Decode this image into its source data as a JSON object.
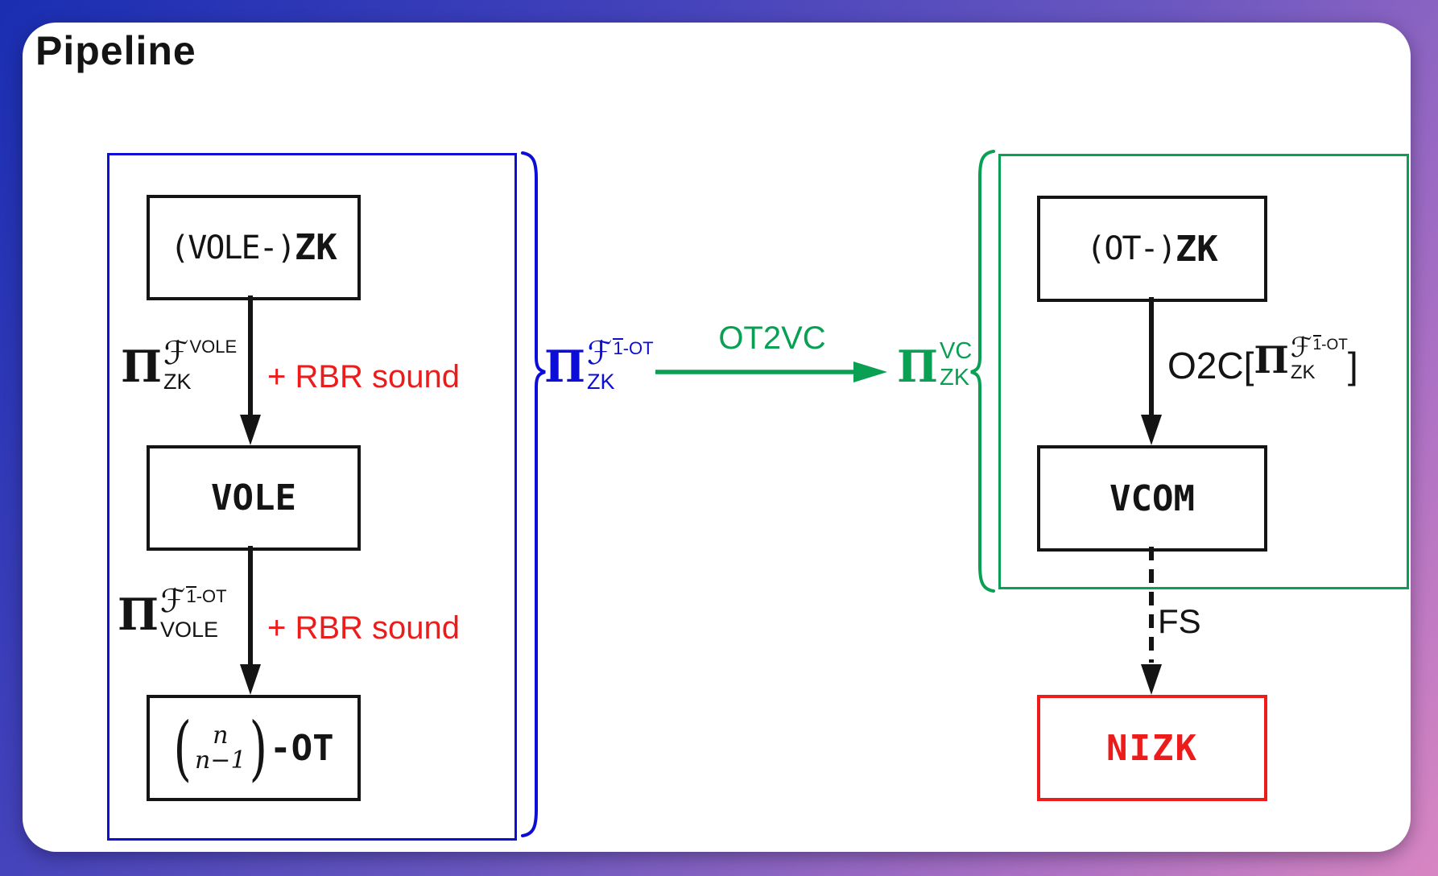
{
  "title": "Pipeline",
  "colors": {
    "blue": "#0d0dd8",
    "green": "#0aa053",
    "red": "#ee1b1b",
    "ink": "#141414"
  },
  "boxes": {
    "vole_zk": {
      "prefix": "(VOLE-)",
      "main": "ZK"
    },
    "vole": {
      "main": "VOLE"
    },
    "ot": {
      "paren_open": "(",
      "top": "n",
      "bottom": "n−1",
      "paren_close": ")",
      "suffix": "-OT"
    },
    "ot_zk": {
      "prefix": "(OT-)",
      "main": "ZK"
    },
    "vcom": {
      "main": "VCOM"
    },
    "nizk": {
      "main": "NIZK"
    }
  },
  "labels": {
    "pi1": {
      "pi": "Π",
      "f": "ℱ",
      "sup": "VOLE",
      "sub": "ZK"
    },
    "note1": "+ RBR sound",
    "pi2": {
      "pi": "Π",
      "f": "ℱ",
      "sup_bar": "1",
      "sup_rest": "-OT",
      "sub": "VOLE"
    },
    "note2": "+ RBR sound",
    "pi_blue": {
      "pi": "Π",
      "f": "ℱ",
      "sup_bar": "1",
      "sup_rest": "-OT",
      "sub": "ZK"
    },
    "ot2vc": "OT2VC",
    "pi_green": {
      "pi": "Π",
      "sup": "VC",
      "sub": "ZK"
    },
    "o2c": {
      "prefix": "O2C[",
      "pi": "Π",
      "f": "ℱ",
      "sup_bar": "1",
      "sup_rest": "-OT",
      "sub": "ZK",
      "suffix": "]"
    },
    "fs": "FS"
  }
}
